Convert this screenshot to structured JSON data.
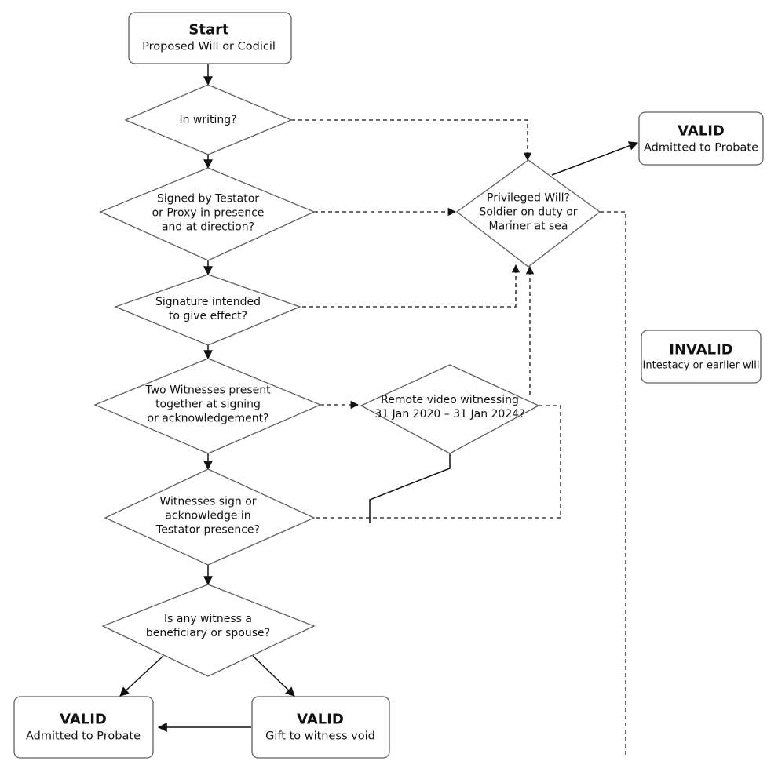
{
  "nodes": {
    "start": {
      "title": "Start",
      "subtitle": "Proposed Will or Codicil"
    },
    "q_writing": {
      "lines": [
        "In writing?"
      ]
    },
    "q_signed": {
      "lines": [
        "Signed by Testator",
        "or Proxy in presence",
        "and at direction?"
      ]
    },
    "q_intended": {
      "lines": [
        "Signature intended",
        "to give effect?"
      ]
    },
    "q_two_witnesses": {
      "lines": [
        "Two Witnesses present",
        "together at signing",
        "or acknowledgement?"
      ]
    },
    "q_witnesses_sign": {
      "lines": [
        "Witnesses sign or",
        "acknowledge in",
        "Testator presence?"
      ]
    },
    "q_beneficiary": {
      "lines": [
        "Is any witness a",
        "beneficiary or spouse?"
      ]
    },
    "q_remote": {
      "lines": [
        "Remote video witnessing",
        "31 Jan 2020 – 31 Jan 2024?"
      ]
    },
    "q_privileged": {
      "lines": [
        "Privileged Will?",
        "Soldier on duty or",
        "Mariner at sea"
      ]
    },
    "valid_probate_top": {
      "title": "VALID",
      "subtitle": "Admitted to Probate"
    },
    "invalid": {
      "title": "INVALID",
      "subtitle": "Intestacy or earlier will"
    },
    "valid_probate_bottom": {
      "title": "VALID",
      "subtitle": "Admitted to Probate"
    },
    "valid_gift_void": {
      "title": "VALID",
      "subtitle": "Gift to witness void"
    }
  }
}
